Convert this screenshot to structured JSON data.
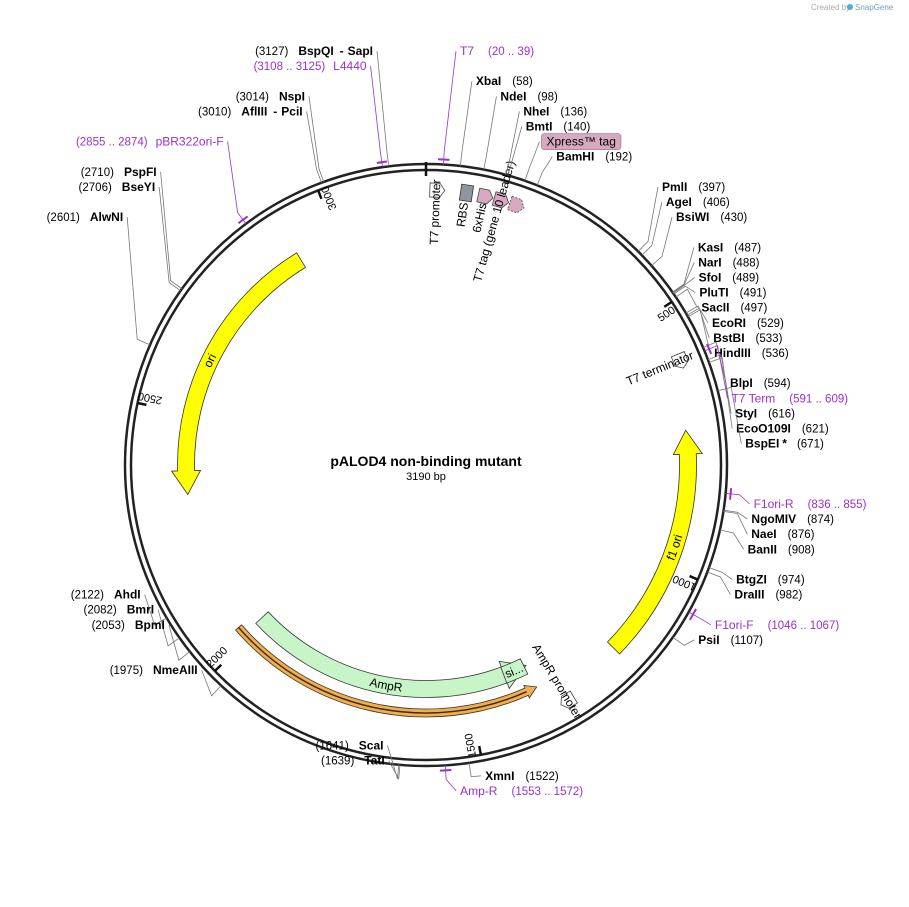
{
  "title": "pALOD4 non-binding mutant",
  "subtitle": "3190 bp",
  "credit": {
    "text": "Created by",
    "brand": "SnapGene",
    "logo_icon": "snapgene-logo-icon"
  },
  "colors": {
    "primer": "#9b30c9",
    "ori": "#ffff00",
    "ampr": "#c8f5c8",
    "tag": "#d7a9c1",
    "rbs": "#8f969e",
    "highlight": "#f2ad4c"
  },
  "ticks": [
    {
      "label": "500",
      "bp": 500
    },
    {
      "label": "1000",
      "bp": 1000
    },
    {
      "label": "1500",
      "bp": 1500
    },
    {
      "label": "2000",
      "bp": 2000
    },
    {
      "label": "2500",
      "bp": 2500
    },
    {
      "label": "3000",
      "bp": 3000
    }
  ],
  "sites": [
    {
      "id": "s01",
      "name": "BspQI",
      "name2": "SapI",
      "pos": "(3127)",
      "bp": 3127,
      "side": "L",
      "rank": 0
    },
    {
      "id": "s02",
      "name": "NspI",
      "pos": "(3014)",
      "bp": 3014,
      "side": "L",
      "rank": 3
    },
    {
      "id": "s03",
      "name": "AflIII",
      "name2": "PciI",
      "pos": "(3010)",
      "bp": 3010,
      "side": "L",
      "rank": 4
    },
    {
      "id": "s04",
      "name": "PspFI",
      "pos": "(2710)",
      "bp": 2710,
      "side": "L",
      "rank": 8
    },
    {
      "id": "s05",
      "name": "BseYI",
      "pos": "(2706)",
      "bp": 2706,
      "side": "L",
      "rank": 9
    },
    {
      "id": "s06",
      "name": "AlwNI",
      "pos": "(2601)",
      "bp": 2601,
      "side": "L",
      "rank": 11
    },
    {
      "id": "s07",
      "name": "AhdI",
      "pos": "(2122)",
      "bp": 2122,
      "side": "L",
      "rank": 36
    },
    {
      "id": "s08",
      "name": "BmrI",
      "pos": "(2082)",
      "bp": 2082,
      "side": "L",
      "rank": 37
    },
    {
      "id": "s09",
      "name": "BpmI",
      "pos": "(2053)",
      "bp": 2053,
      "side": "L",
      "rank": 38
    },
    {
      "id": "s10",
      "name": "NmeAIII",
      "pos": "(1975)",
      "bp": 1975,
      "side": "L",
      "rank": 41
    },
    {
      "id": "s11",
      "name": "ScaI",
      "pos": "(1641)",
      "bp": 1641,
      "side": "L",
      "rank": 46
    },
    {
      "id": "s12",
      "name": "TatI",
      "pos": "(1639)",
      "bp": 1639,
      "side": "L",
      "rank": 47
    },
    {
      "id": "s13",
      "name": "XbaI",
      "pos": "(58)",
      "bp": 58,
      "side": "R",
      "rank": 2
    },
    {
      "id": "s14",
      "name": "NdeI",
      "pos": "(98)",
      "bp": 98,
      "side": "R",
      "rank": 3
    },
    {
      "id": "s15",
      "name": "NheI",
      "pos": "(136)",
      "bp": 136,
      "side": "R",
      "rank": 4
    },
    {
      "id": "s16",
      "name": "BmtI",
      "pos": "(140)",
      "bp": 140,
      "side": "R",
      "rank": 5
    },
    {
      "id": "s17",
      "name": "BamHI",
      "pos": "(192)",
      "bp": 192,
      "side": "R",
      "rank": 7
    },
    {
      "id": "s18",
      "name": "PmlI",
      "pos": "(397)",
      "bp": 397,
      "side": "R",
      "rank": 9
    },
    {
      "id": "s19",
      "name": "AgeI",
      "pos": "(406)",
      "bp": 406,
      "side": "R",
      "rank": 10
    },
    {
      "id": "s20",
      "name": "BsiWI",
      "pos": "(430)",
      "bp": 430,
      "side": "R",
      "rank": 11
    },
    {
      "id": "s21",
      "name": "KasI",
      "pos": "(487)",
      "bp": 487,
      "side": "R",
      "rank": 13
    },
    {
      "id": "s22",
      "name": "NarI",
      "pos": "(488)",
      "bp": 488,
      "side": "R",
      "rank": 14
    },
    {
      "id": "s23",
      "name": "SfoI",
      "pos": "(489)",
      "bp": 489,
      "side": "R",
      "rank": 15
    },
    {
      "id": "s24",
      "name": "PluTI",
      "pos": "(491)",
      "bp": 491,
      "side": "R",
      "rank": 16
    },
    {
      "id": "s25",
      "name": "SacII",
      "pos": "(497)",
      "bp": 497,
      "side": "R",
      "rank": 17
    },
    {
      "id": "s26",
      "name": "EcoRI",
      "pos": "(529)",
      "bp": 529,
      "side": "R",
      "rank": 18
    },
    {
      "id": "s27",
      "name": "BstBI",
      "pos": "(533)",
      "bp": 533,
      "side": "R",
      "rank": 19
    },
    {
      "id": "s28",
      "name": "HindIII",
      "pos": "(536)",
      "bp": 536,
      "side": "R",
      "rank": 20
    },
    {
      "id": "s29",
      "name": "BlpI",
      "pos": "(594)",
      "bp": 594,
      "side": "R",
      "rank": 22
    },
    {
      "id": "s30",
      "name": "StyI",
      "pos": "(616)",
      "bp": 616,
      "side": "R",
      "rank": 24
    },
    {
      "id": "s31",
      "name": "EcoO109I",
      "pos": "(621)",
      "bp": 621,
      "side": "R",
      "rank": 25
    },
    {
      "id": "s32",
      "name": "BspEI",
      "mark": "*",
      "pos": "(671)",
      "bp": 671,
      "side": "R",
      "rank": 26
    },
    {
      "id": "s33",
      "name": "NgoMIV",
      "pos": "(874)",
      "bp": 874,
      "side": "R",
      "rank": 31
    },
    {
      "id": "s34",
      "name": "NaeI",
      "pos": "(876)",
      "bp": 876,
      "side": "R",
      "rank": 32
    },
    {
      "id": "s35",
      "name": "BanII",
      "pos": "(908)",
      "bp": 908,
      "side": "R",
      "rank": 33
    },
    {
      "id": "s36",
      "name": "BtgZI",
      "pos": "(974)",
      "bp": 974,
      "side": "R",
      "rank": 35
    },
    {
      "id": "s37",
      "name": "DraIII",
      "pos": "(982)",
      "bp": 982,
      "side": "R",
      "rank": 36
    },
    {
      "id": "s38",
      "name": "PsiI",
      "pos": "(1107)",
      "bp": 1107,
      "side": "R",
      "rank": 39
    },
    {
      "id": "s39",
      "name": "XmnI",
      "pos": "(1522)",
      "bp": 1522,
      "side": "R",
      "rank": 48
    }
  ],
  "primers": [
    {
      "id": "p01",
      "name": "T7",
      "range": "(20 .. 39)",
      "start": 20,
      "end": 39,
      "side": "R",
      "rank": 0
    },
    {
      "id": "p02",
      "name": "L4440",
      "range": "(3108 .. 3125)",
      "start": 3108,
      "end": 3125,
      "side": "L",
      "rank": 1
    },
    {
      "id": "p03",
      "name": "pBR322ori-F",
      "range": "(2855 .. 2874)",
      "start": 2855,
      "end": 2874,
      "side": "L",
      "rank": 6
    },
    {
      "id": "p04",
      "name": "T7 Term",
      "range": "(591 .. 609)",
      "start": 591,
      "end": 609,
      "side": "R",
      "rank": 23
    },
    {
      "id": "p05",
      "name": "F1ori-R",
      "range": "(836 .. 855)",
      "start": 836,
      "end": 855,
      "side": "R",
      "rank": 30
    },
    {
      "id": "p06",
      "name": "F1ori-F",
      "range": "(1046 .. 1067)",
      "start": 1046,
      "end": 1067,
      "side": "R",
      "rank": 38
    },
    {
      "id": "p07",
      "name": "Amp-R",
      "range": "(1553 .. 1572)",
      "start": 1553,
      "end": 1572,
      "side": "R",
      "rank": 49
    }
  ],
  "tags": [
    {
      "id": "t01",
      "name": "Xpress™ tag",
      "bp": 170,
      "side": "R",
      "rank": 6
    }
  ],
  "features": [
    {
      "id": "f01",
      "label": "ori",
      "start": 2330,
      "end": 2912,
      "strand": "rev",
      "radius": 240,
      "color": "#ffff00",
      "width": 17
    },
    {
      "id": "f02",
      "label": "f1 ori",
      "start": 730,
      "end": 1190,
      "strand": "rev",
      "radius": 262,
      "color": "#ffff00",
      "width": 17
    },
    {
      "id": "f03",
      "label": "AmpR",
      "start": 1360,
      "end": 2012,
      "strand": "rev",
      "radius": 224,
      "color": "#c8f5c8",
      "width": 17
    },
    {
      "id": "f04",
      "label": "si...",
      "start": 1365,
      "end": 1415,
      "strand": "none",
      "radius": 224,
      "color": "#c8f5c8",
      "width": 17
    },
    {
      "id": "f05",
      "label": "",
      "start": 1360,
      "end": 2030,
      "strand": "rev",
      "radius": 248,
      "color": "#f2ad4c",
      "width": 8
    }
  ],
  "small_features": [
    {
      "id": "m01",
      "label": "T7 promoter",
      "bp": 20,
      "shape": "arrow-outline",
      "color": "#ffffff"
    },
    {
      "id": "m02",
      "label": "RBS",
      "bp": 75,
      "shape": "box",
      "color": "#8f969e"
    },
    {
      "id": "m03",
      "label": "6xHis",
      "bp": 110,
      "shape": "arrow",
      "color": "#d7a9c1"
    },
    {
      "id": "m04",
      "label": "T7 tag (gene 10 leader)",
      "bp": 140,
      "shape": "arrow",
      "color": "#d7a9c1"
    },
    {
      "id": "m05",
      "label": "",
      "bp": 170,
      "shape": "arrow-dotted",
      "color": "#d7a9c1"
    },
    {
      "id": "m06",
      "label": "T7 terminator",
      "bp": 600,
      "shape": "arrow-outline",
      "color": "#ffffff"
    },
    {
      "id": "m07",
      "label": "AmpR promoter",
      "bp": 1320,
      "shape": "arrow-outline",
      "color": "#ffffff"
    }
  ]
}
